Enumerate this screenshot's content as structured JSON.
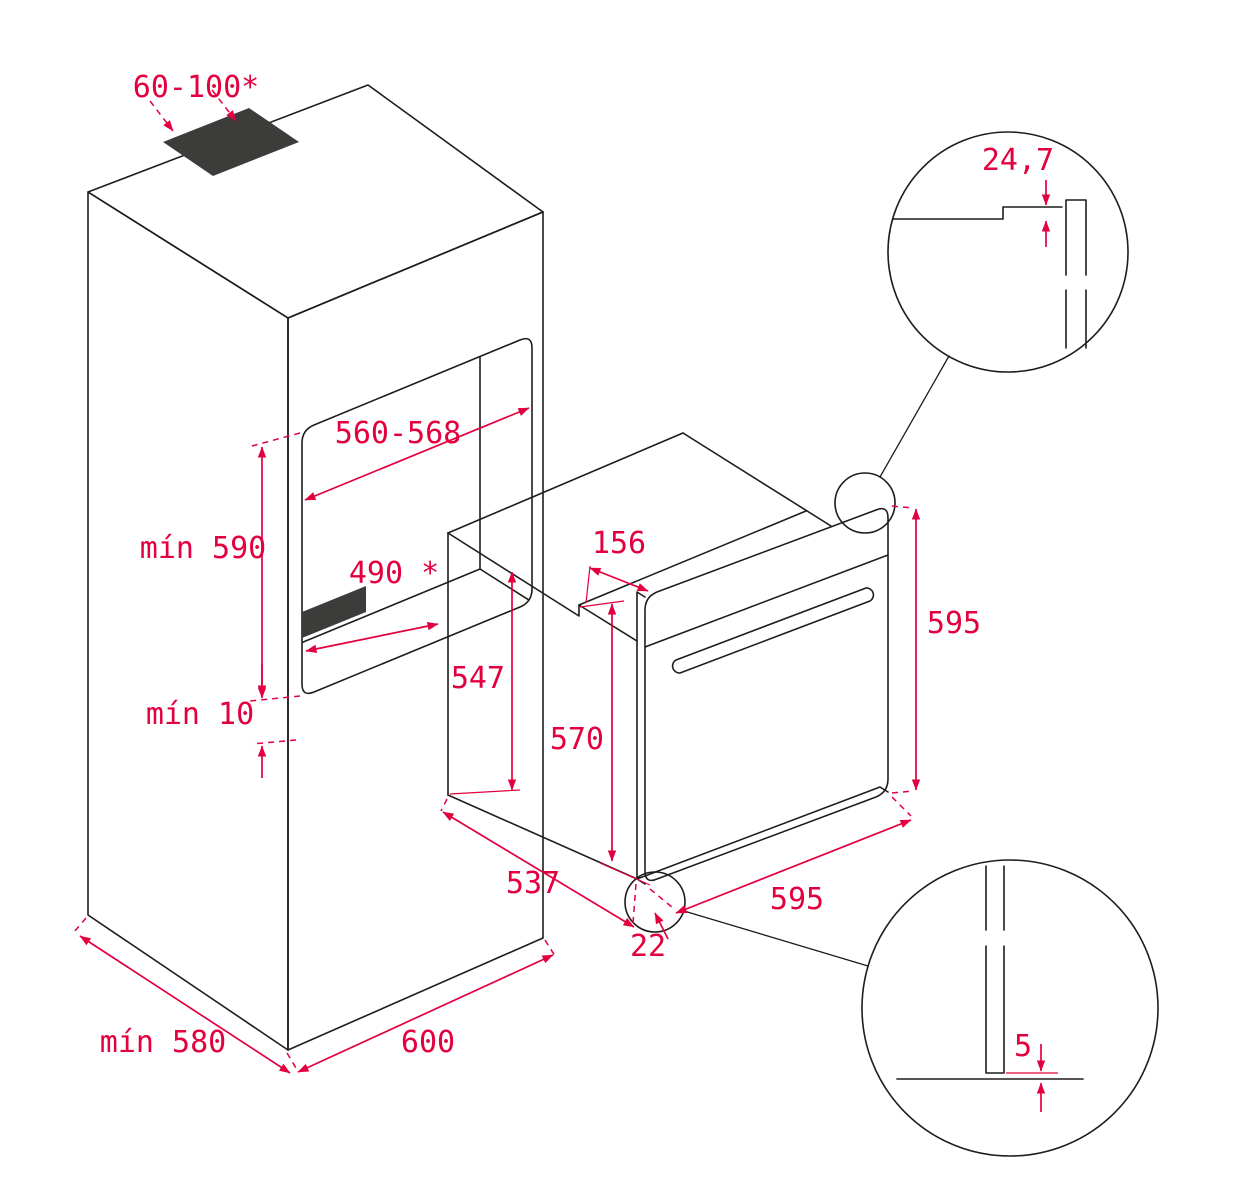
{
  "diagram": {
    "type": "built-in-oven-installation-dimensions",
    "colors": {
      "line": "#1d1d1b",
      "dimension": "#e3003e",
      "vent_fill": "#3c3c3b"
    },
    "cabinet": {
      "vent_depth_label": "60-100*",
      "niche_width_label": "560-568",
      "niche_height_label": "mín 590",
      "niche_shelf_depth_label": "490 *",
      "bottom_clearance_label": "mín 10",
      "cabinet_depth_label": "mín 580",
      "cabinet_width_label": "600"
    },
    "oven": {
      "top_step_depth_label": "156",
      "body_height_label": "547",
      "inner_height_label": "570",
      "body_depth_label": "537",
      "front_width_label": "595",
      "front_height_label": "595",
      "door_thickness_label": "22"
    },
    "details": {
      "top_gap_label": "24,7",
      "bottom_gap_label": "5"
    }
  }
}
